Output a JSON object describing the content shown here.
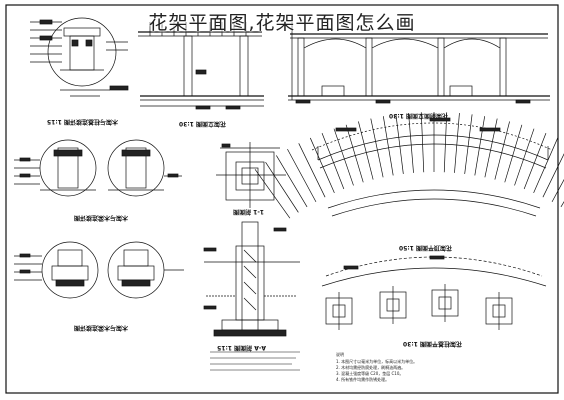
{
  "page": {
    "title": "花架平面图,花架平面图怎么画"
  },
  "drawing": {
    "detail_labels": [
      "木架与柱基连接详图 1:15",
      "花架立面图 1:30",
      "花架剖面立面图 1:30",
      "木架与木梁连接详图",
      "1-1 剖面图",
      "木架与木梁连接详图",
      "A-A 剖面图 1:15",
      "花架顶平面图 1:50",
      "花架柱基平面图 1:30"
    ],
    "notes_heading": "说明",
    "notes_lines": [
      "1. 本图尺寸以毫米为单位，标高以米为单位。",
      "2. 木材均需经防腐处理，刷桐油两遍。",
      "3. 混凝土强度等级 C20，垫层 C10。",
      "4. 所有铁件均需作防锈处理。"
    ],
    "colors": {
      "line": "#111111",
      "paper": "#ffffff",
      "fill_dark": "#222222"
    }
  }
}
